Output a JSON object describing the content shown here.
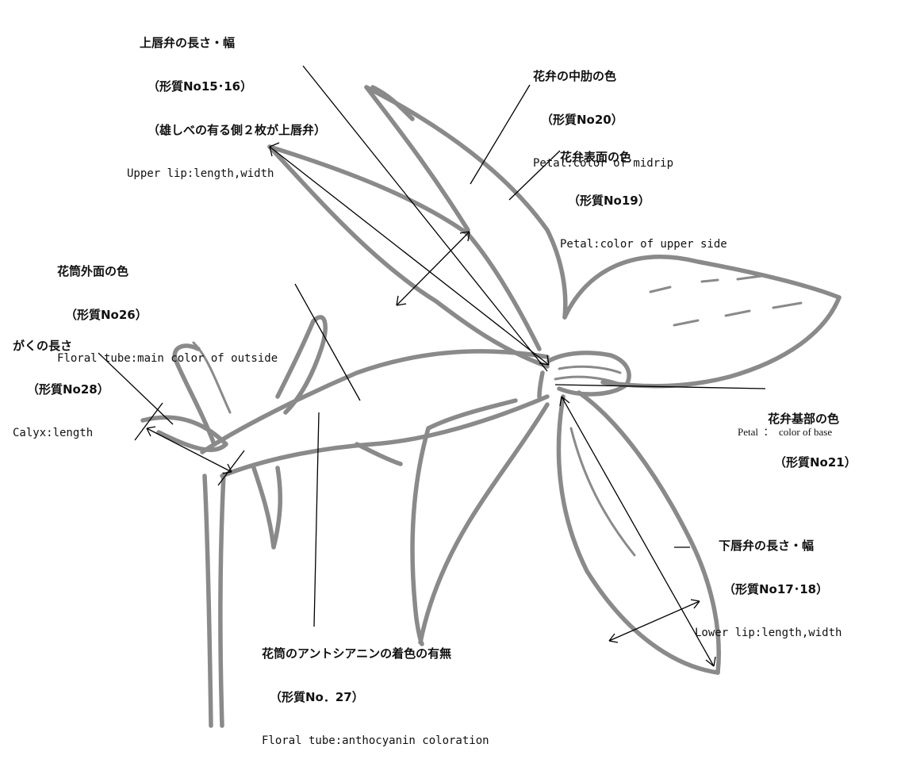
{
  "colors": {
    "outline": "#8a8a8a",
    "leader": "#000000",
    "background": "#ffffff"
  },
  "labels": {
    "upper_lip": {
      "jp": "上唇弁の長さ・幅",
      "trait": "（形質No15･16）",
      "note": "（雄しべの有る側２枚が上唇弁）",
      "en": "Upper lip:length,width"
    },
    "midrib": {
      "jp": "花弁の中肋の色",
      "trait": "（形質No20）",
      "en": "Petal:color of midrip"
    },
    "upper_side": {
      "jp": "花弁表面の色",
      "trait": "（形質No19）",
      "en": "Petal:color of upper side"
    },
    "tube_outside": {
      "jp": "花筒外面の色",
      "trait": "（形質No26）",
      "en": "Floral tube:main color of outside"
    },
    "calyx": {
      "jp": "がくの長さ",
      "trait": "（形質No28）",
      "en": "Calyx:length"
    },
    "petal_base": {
      "jp": "花弁基部の色",
      "trait": "（形質No21）",
      "en": "Petal  ：  color of base"
    },
    "lower_lip": {
      "jp": "下唇弁の長さ・幅",
      "trait": "（形質No17･18）",
      "en": "Lower lip:length,width"
    },
    "anthocyanin": {
      "jp": "花筒のアントシアニンの着色の有無",
      "trait": "（形質No．27）",
      "en": "Floral tube:anthocyanin coloration"
    }
  }
}
